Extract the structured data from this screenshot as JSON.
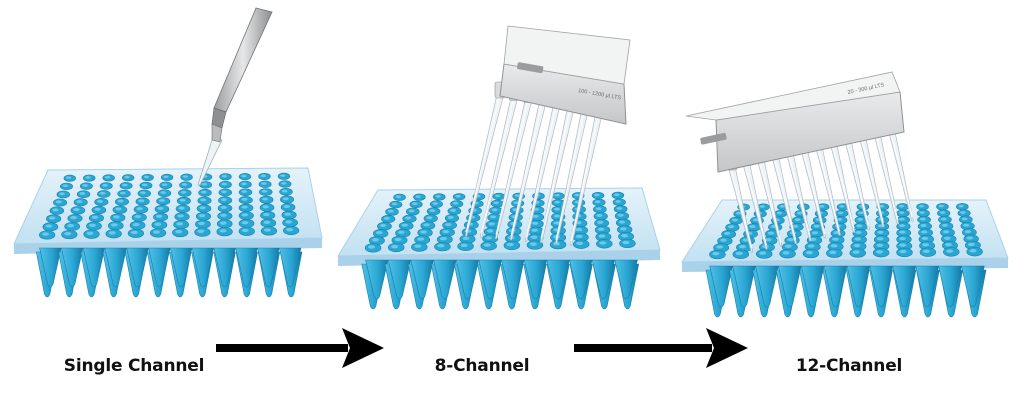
{
  "diagram": {
    "stages": [
      {
        "label": "Single Channel",
        "channels": 1,
        "pipette_text": ""
      },
      {
        "label": "8-Channel",
        "channels": 8,
        "pipette_text": "100 - 1200 µl LTS"
      },
      {
        "label": "12-Channel",
        "channels": 12,
        "pipette_text": "20 - 300 µl LTS"
      }
    ],
    "plate": {
      "rows": 8,
      "columns": 12
    },
    "colors": {
      "plate_frame": "#cfe7f5",
      "plate_frame_edge": "#a9d2ea",
      "well": "#2aa6d3",
      "well_dark": "#1780ad",
      "pipette_body": "#c9cbcd",
      "pipette_face": "#e3e4e5",
      "tip": "#eef3f6",
      "arrow": "#000000"
    }
  }
}
